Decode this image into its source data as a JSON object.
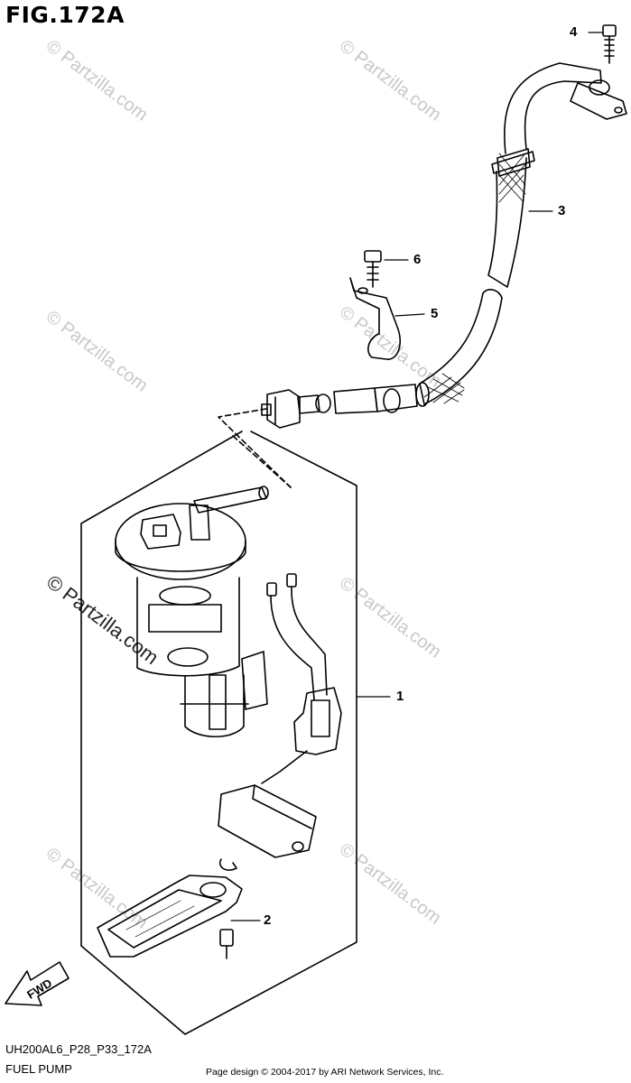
{
  "figure": {
    "title": "FIG.172A"
  },
  "callouts": [
    {
      "id": "1",
      "label": "1"
    },
    {
      "id": "2",
      "label": "2"
    },
    {
      "id": "3",
      "label": "3"
    },
    {
      "id": "4",
      "label": "4"
    },
    {
      "id": "5",
      "label": "5"
    },
    {
      "id": "6",
      "label": "6"
    }
  ],
  "direction_marker": {
    "label": "FWD"
  },
  "footer": {
    "diagram_code": "UH200AL6_P28_P33_172A",
    "section_name": "FUEL PUMP",
    "copyright": "Page design © 2004-2017 by ARI Network Services, Inc."
  },
  "watermark": {
    "text": "© Partzilla.com"
  },
  "colors": {
    "line": "#000000",
    "background": "#ffffff",
    "watermark": "#c8c8c8"
  }
}
